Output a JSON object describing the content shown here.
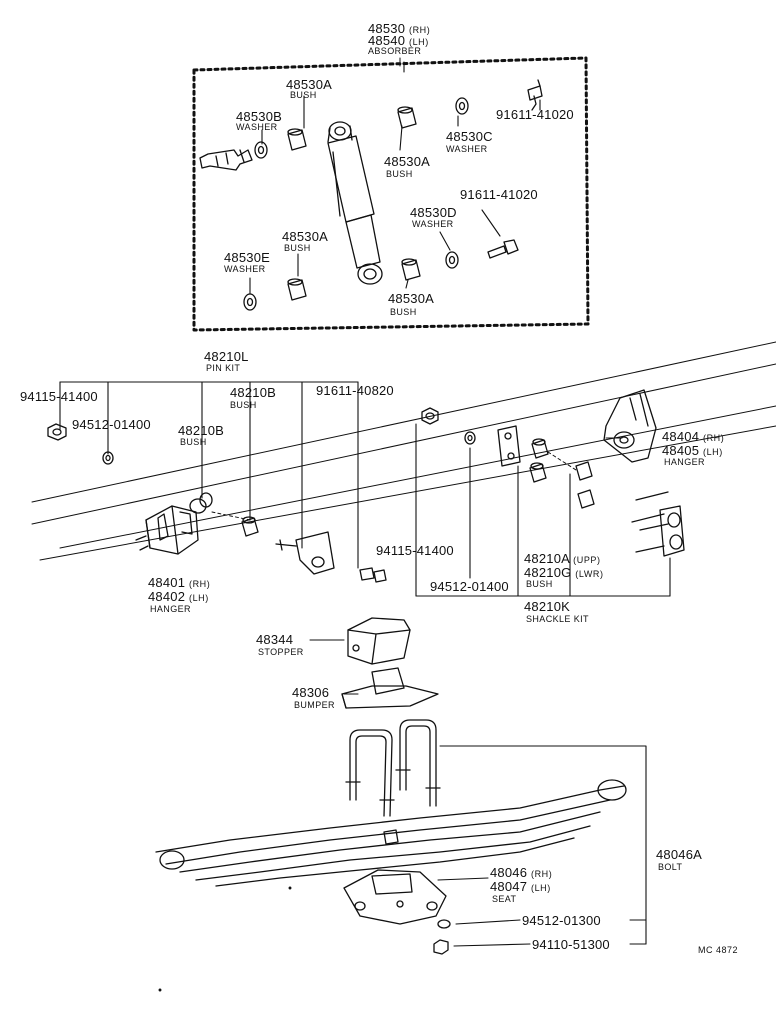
{
  "absorber_group": {
    "part_rh": "48530",
    "part_rh_side": "(RH)",
    "part_lh": "48540",
    "part_lh_side": "(LH)",
    "name": "ABSORBER"
  },
  "absorber_parts": {
    "bush_top": {
      "part": "48530A",
      "name": "BUSH"
    },
    "washer_b": {
      "part": "48530B",
      "name": "WASHER"
    },
    "bolt_top": {
      "part": "91611-41020"
    },
    "washer_c": {
      "part": "48530C",
      "name": "WASHER"
    },
    "bush_mid": {
      "part": "48530A",
      "name": "BUSH"
    },
    "bolt_lower": {
      "part": "91611-41020"
    },
    "washer_d": {
      "part": "48530D",
      "name": "WASHER"
    },
    "bush_left": {
      "part": "48530A",
      "name": "BUSH"
    },
    "washer_e": {
      "part": "48530E",
      "name": "WASHER"
    },
    "bush_bottom": {
      "part": "48530A",
      "name": "BUSH"
    }
  },
  "pin_kit": {
    "part": "48210L",
    "name": "PIN KIT"
  },
  "front_parts": {
    "nut": {
      "part": "94115-41400"
    },
    "lock_washer": {
      "part": "94512-01400"
    },
    "bush_b1": {
      "part": "48210B",
      "name": "BUSH"
    },
    "bush_b2": {
      "part": "48210B",
      "name": "BUSH"
    },
    "bolt": {
      "part": "91611-40820"
    },
    "hanger_front": {
      "part_rh": "48401",
      "part_rh_side": "(RH)",
      "part_lh": "48402",
      "part_lh_side": "(LH)",
      "name": "HANGER"
    }
  },
  "rear_parts": {
    "nut": {
      "part": "94115-41400"
    },
    "lock_washer": {
      "part": "94512-01400"
    },
    "bush": {
      "part_upp": "48210A",
      "part_upp_tag": "(UPP)",
      "part_lwr": "48210G",
      "part_lwr_tag": "(LWR)",
      "name": "BUSH"
    },
    "shackle_kit": {
      "part": "48210K",
      "name": "SHACKLE KIT"
    },
    "hanger_rear": {
      "part_rh": "48404",
      "part_rh_side": "(RH)",
      "part_lh": "48405",
      "part_lh_side": "(LH)",
      "name": "HANGER"
    }
  },
  "stopper": {
    "part": "48344",
    "name": "STOPPER"
  },
  "bumper": {
    "part": "48306",
    "name": "BUMPER"
  },
  "spring": {
    "ubolt": {
      "part": "48046A",
      "name": "BOLT"
    },
    "seat": {
      "part_rh": "48046",
      "part_rh_side": "(RH)",
      "part_lh": "48047",
      "part_lh_side": "(LH)",
      "name": "SEAT"
    },
    "washer": {
      "part": "94512-01300"
    },
    "nut": {
      "part": "94110-51300"
    }
  },
  "figure_ref": "MC 4872"
}
